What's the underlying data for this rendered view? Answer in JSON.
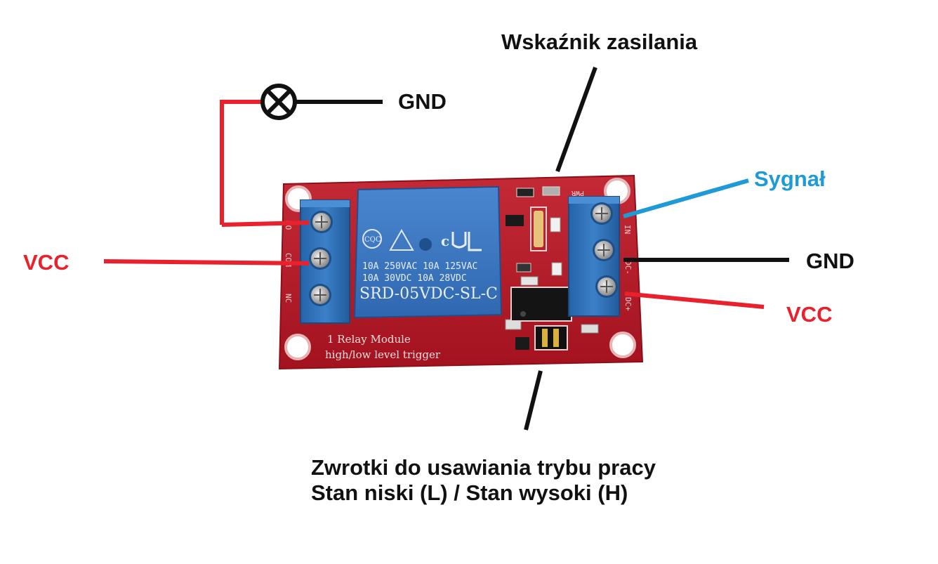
{
  "labels": {
    "power_indicator": "Wskaźnik zasilania",
    "gnd_top": "GND",
    "signal": "Sygnał",
    "gnd_right": "GND",
    "vcc_left": "VCC",
    "vcc_right": "VCC",
    "jumper_line1": "Zwrotki do usawiania trybu pracy",
    "jumper_line2": "Stan niski (L) / Stan wysoki (H)"
  },
  "board": {
    "relay_line1": "10A 250VAC 10A 125VAC",
    "relay_line2": "10A  30VDC 10A  28VDC",
    "relay_model": "SRD-05VDC-SL-C",
    "relay_cert": "CQC",
    "module_line1": "1 Relay Module",
    "module_line2": "high/low level trigger",
    "pin_no": "NO",
    "pin_com": "COM",
    "pin_nc": "NC",
    "pin_in": "IN",
    "pin_dc_minus": "DC-",
    "pin_dc_plus": "DC+",
    "pwr_mark": "PWR"
  },
  "colors": {
    "red_wire": "#e8212c",
    "blue_wire": "#1e9ad6",
    "black_wire": "#111111",
    "pcb": "#b81e2c",
    "terminal": "#2a6fb3",
    "relay": "#3b78c4"
  },
  "icons": {
    "lamp": "lamp-icon"
  }
}
